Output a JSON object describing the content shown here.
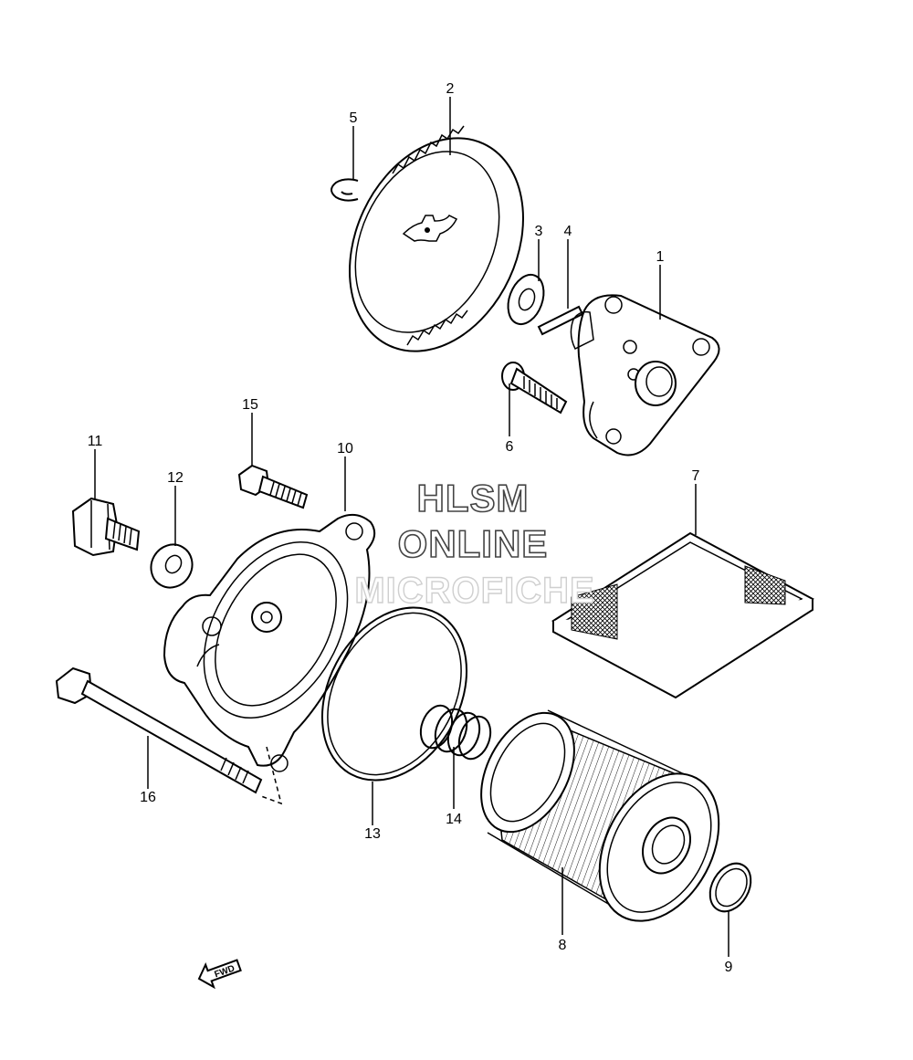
{
  "watermark": {
    "line1": "HLSM",
    "line2": "ONLINE",
    "line3": "MICROFICHE"
  },
  "fwd_label": "FWD",
  "callouts": [
    {
      "id": "c1",
      "label": "1"
    },
    {
      "id": "c2",
      "label": "2"
    },
    {
      "id": "c3",
      "label": "3"
    },
    {
      "id": "c4",
      "label": "4"
    },
    {
      "id": "c5",
      "label": "5"
    },
    {
      "id": "c6",
      "label": "6"
    },
    {
      "id": "c7",
      "label": "7"
    },
    {
      "id": "c8",
      "label": "8"
    },
    {
      "id": "c9",
      "label": "9"
    },
    {
      "id": "c10",
      "label": "10"
    },
    {
      "id": "c11",
      "label": "11"
    },
    {
      "id": "c12",
      "label": "12"
    },
    {
      "id": "c13",
      "label": "13"
    },
    {
      "id": "c14",
      "label": "14"
    },
    {
      "id": "c15",
      "label": "15"
    },
    {
      "id": "c16",
      "label": "16"
    }
  ]
}
